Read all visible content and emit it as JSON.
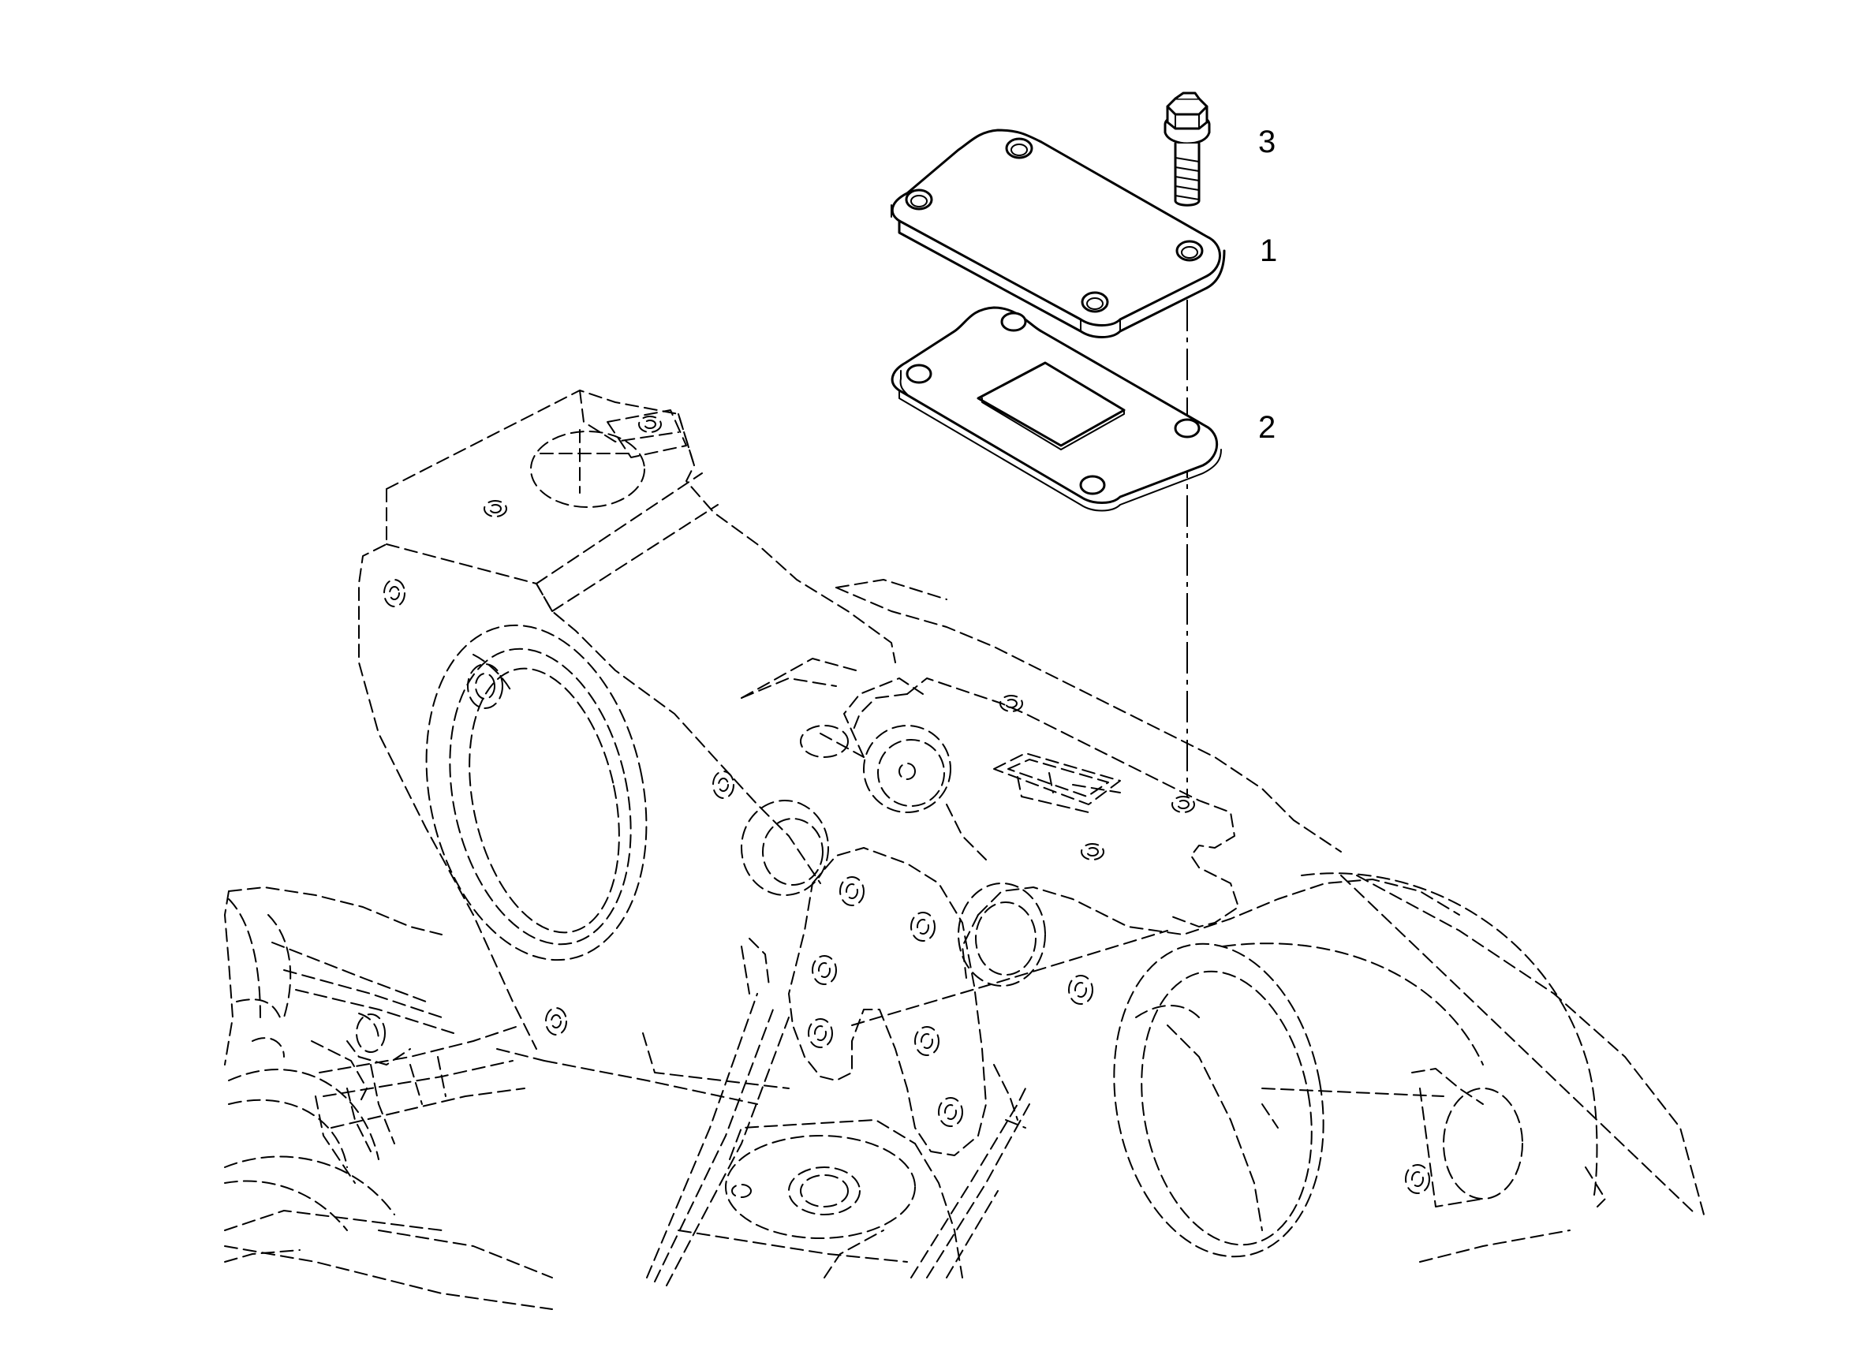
{
  "callouts": [
    {
      "id": "3",
      "label": "3",
      "part": "flange-bolt"
    },
    {
      "id": "1",
      "label": "1",
      "part": "cover-plate"
    },
    {
      "id": "2",
      "label": "2",
      "part": "gasket"
    }
  ],
  "colors": {
    "line": "#000000",
    "background": "#ffffff"
  }
}
